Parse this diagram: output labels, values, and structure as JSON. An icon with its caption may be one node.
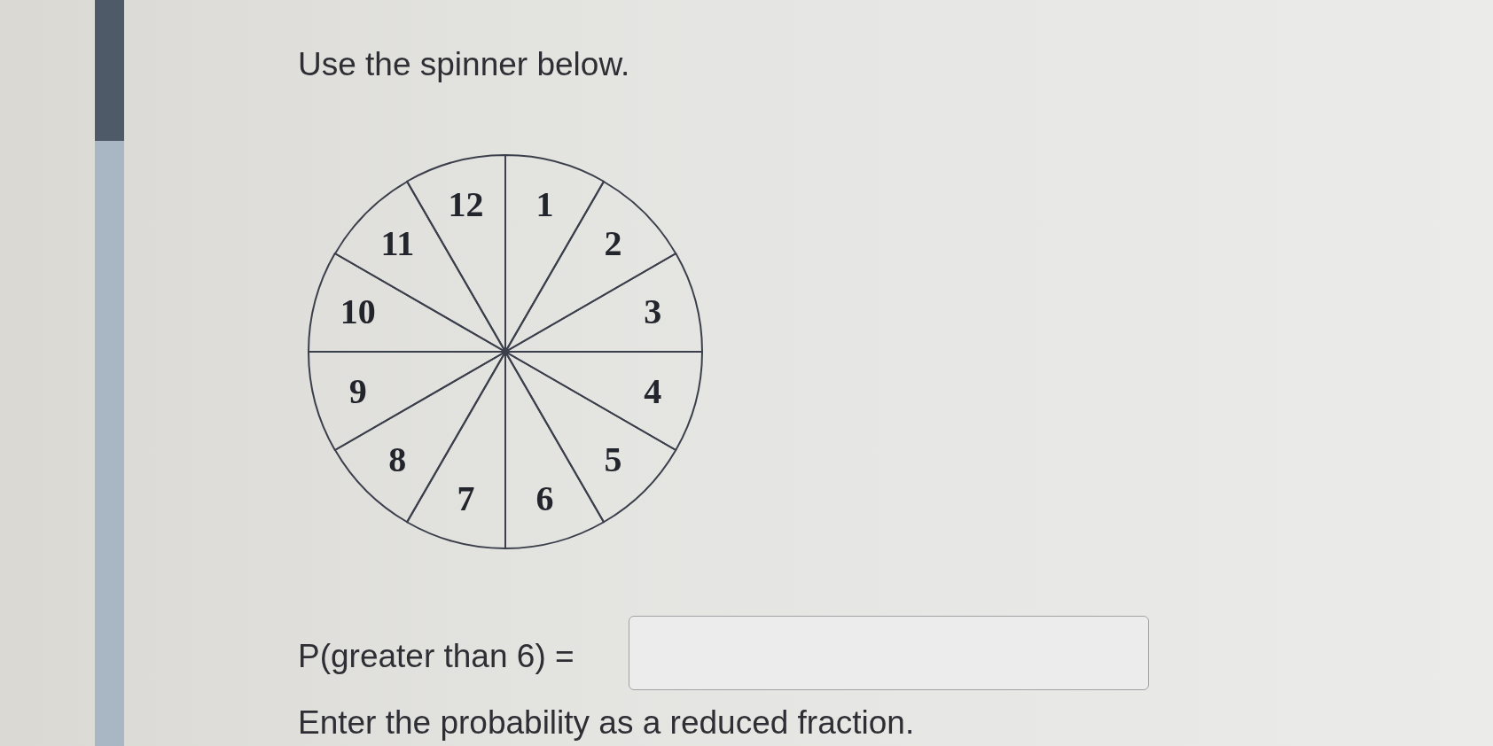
{
  "diagram": {
    "title": "Use the spinner below.",
    "nodes": [
      {
        "text": [
          "1"
        ]
      },
      {
        "text": [
          "2"
        ]
      },
      {
        "text": [
          "3"
        ]
      },
      {
        "text": [
          "4"
        ]
      },
      {
        "text": [
          "5"
        ]
      },
      {
        "text": [
          "6"
        ]
      },
      {
        "text": [
          "7"
        ]
      },
      {
        "text": [
          "8"
        ]
      },
      {
        "text": [
          "9"
        ]
      },
      {
        "text": [
          "10"
        ]
      },
      {
        "text": [
          "11"
        ]
      },
      {
        "text": [
          "12"
        ]
      }
    ],
    "labels": [
      "P(greater than 6) =",
      "Enter the probability as a reduced fraction."
    ]
  }
}
